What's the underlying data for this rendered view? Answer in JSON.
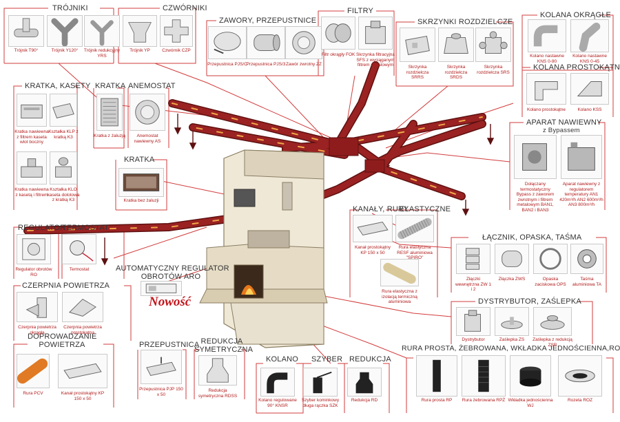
{
  "section_titles": {
    "trojniki": "TRÓJNIKI",
    "czworniki": "CZWÓRNIKI",
    "zawory": "ZAWORY, PRZEPUSTNICE",
    "filtry": "FILTRY",
    "skrzynki": "SKRZYNKI ROZDZIELCZE",
    "kolana_okragle": "KOLANA OKRĄGŁE",
    "kolana_prostokatne": "KOLANA PROSTOKĄTNE",
    "kratka_kasety": "KRATKA, KASETY",
    "kratka_top": "KRATKA",
    "anemostat": "ANEMOSTAT",
    "aparat_line1": "APARAT NAWIEWNY",
    "aparat_line2": "z Bypassem",
    "kratka_mid": "KRATKA",
    "kanaly": "KANAŁY, RURY",
    "elastyczne": "ELASTYCZNE",
    "regulator": "REGULATOR",
    "termostat": "TERMOSTAT",
    "lacznik": "ŁĄCZNIK, OPASKA, TAŚMA",
    "auto_line1": "AUTOMATYCZNY REGULATOR",
    "auto_line2": "OBROTÓW ARO",
    "czerpnia": "CZERPNIA POWIETRZA",
    "doprowadzanie_line1": "DOPROWADZANIE",
    "doprowadzanie_line2": "POWIETRZA",
    "dystrybutor": "DYSTRYBUTOR, ZAŚLEPKA",
    "przepustnica": "PRZEPUSTNICA",
    "redukcja_sym_line1": "REDUKCJA",
    "redukcja_sym_line2": "SYMETRYCZNA",
    "kolano": "KOLANO",
    "szyber": "SZYBER",
    "redukcja": "REDUKCJA",
    "rura": "RURA PROSTA, ŻEBROWANA, WKŁADKA JEDNOŚCIENNA,ROZETA"
  },
  "nowosc": "Nowość",
  "items": {
    "trojnik_t90": "Trójnik T90°",
    "trojnik_y120": "Trójnik Y120°",
    "trojnik_yrs": "Trójnik redukcyjny YRS",
    "trojnik_yp": "Trójnik YP",
    "czwornik_czp": "Czwórnik CZP",
    "przepustnica_pjsc": "Przepustnica PJS/C",
    "przepustnica_pjs3": "Przepustnica PJS/3",
    "zawor_zz": "Zawór zwrotny ZZ",
    "filtr_fok": "Filtr okrągły FOK",
    "skrzynka_sfs": "Skrzynka filtracyjna SFS z wyciąganym filtrem metalowym",
    "skrzynka_srrs": "Skrzynka rozdzielcza SRRS",
    "skrzynka_srds": "Skrzynka rozdzielcza SRDS",
    "skrzynka_srs": "Skrzynka rozdzielcza SRS",
    "kolano_kns90": "Kolano nastawne KNS 0-90",
    "kolano_kns45": "Kolano nastawne KNS 0-45",
    "kolano_prostokatne": "Kolano prostokątne",
    "kolano_kss": "Kolano KSS",
    "kratka_kasety_boczny": "Kratka nawiewna z filtrem kaseta wlot boczny",
    "kasztalka_klp": "Kształka KLP z kratką K3",
    "kratka_kaseta_filtr": "Kratka nawiewna z kasetą i filtrem",
    "kasztalka_klo": "Kształka KLO kaseta dolotowa z kratką K3",
    "kratka_zaluzja": "Kratka z żaluzją",
    "anemostat_as": "Anemostat nawiewny AS",
    "kratka_bez": "Kratka bez żaluzji",
    "bypass_ban": "Dołączany termostatyczny Bypass z zaworem zwrotnym i filtrem metalowym BAN1, BAN2 i BAN3",
    "aparat_an": "Aparat nawiewny z regulatorem temperatury AN1 420m³/h AN2 600m³/h AN3 800m³/h",
    "kanal_kp": "Kanał prostokątny KP 150 x 50",
    "rura_resf": "Rura elastyczna RESF aluminiowa \"SPIRO\"",
    "rura_izolacja": "Rura elastyczna z izolacją termiczną aluminiowa",
    "regulator_ro": "Regulator obrotów RO",
    "termostat": "Termostat",
    "zlaczki_zw": "Złączki wewnętrzna ZW 1 i 2",
    "zlaczka_zws": "Złączka ZWS",
    "opaska_ops": "Opaska zaciskowa OPS",
    "tasma_ta": "Taśma aluminiowa TA",
    "czerpnia_okragla": "Czerpnia powietrza okrągła",
    "czerpnia_prostokatna": "Czerpnia powietrza prostokątna",
    "rura_pcv": "Rura PCV",
    "kanal_kp_bottom": "Kanał prostokątny KP 150 x 50",
    "dystrybutor": "Dystrybutor",
    "zaslepka_zs": "Zaślepka ZS",
    "zaslepka_zsr": "Zaślepka z redukcją ZSR",
    "przepustnica_pjp": "Przepustnica PJP 150 x 50",
    "redukcja_rdss": "Redukcja symetryczna RDSS",
    "kolano_knsr": "Kolano regulowane 90° KNSR",
    "szyber_szk": "Szyber kominkowy długa rączka SZK",
    "redukcja_rd": "Redukcja RD",
    "rura_prosta_rp": "Rura prosta RP",
    "rura_zebrowana_rpz": "Rura żebrowana RPŻ",
    "wkladka_wj": "Wkładka jednościenna WJ",
    "rozeta_roz": "Rozeta ROZ"
  },
  "colors": {
    "duct": "#8f1c1c",
    "duct_dark": "#5e1010",
    "frame": "#d23b3b",
    "label": "#b11a1a",
    "title": "#333333",
    "stove": "#e9e1cf",
    "fire": "#e8781d"
  },
  "icons": [
    "tee-90-icon",
    "tee-y-icon",
    "reducing-tee-icon",
    "tee-yp-icon",
    "cross-icon",
    "damper-icon",
    "check-valve-icon",
    "round-filter-icon",
    "filter-box-icon",
    "distribution-box-icon",
    "adjustable-elbow-icon",
    "rectangular-elbow-icon",
    "grille-icon",
    "anemostat-icon",
    "supply-unit-icon",
    "rectangular-duct-icon",
    "flexible-pipe-icon",
    "regulator-icon",
    "thermostat-icon",
    "coupling-icon",
    "clamp-icon",
    "tape-icon",
    "air-intake-icon",
    "pvc-pipe-icon",
    "distributor-icon",
    "end-cap-icon",
    "reducer-icon",
    "elbow-knsr-icon",
    "chimney-damper-icon",
    "straight-pipe-icon",
    "corrugated-pipe-icon",
    "liner-icon",
    "rosette-icon",
    "fireplace-icon",
    "arrow-down-icon"
  ]
}
